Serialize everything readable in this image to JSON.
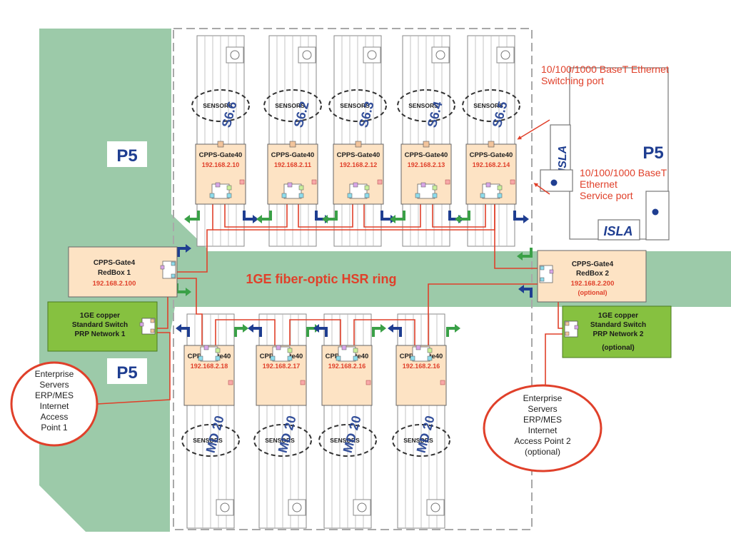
{
  "zones": {
    "p5_left_top": "P5",
    "p5_left_bottom": "P5",
    "p5_right": "P5",
    "isla_vertical": "ISLA",
    "isla_bottom": "ISLA"
  },
  "ring_label": "1GE fiber-optic HSR ring",
  "sensors_label": "SENSORS",
  "top_gates": [
    {
      "name": "CPPS-Gate40",
      "ip": "192.168.2.10",
      "machine": "S6.6"
    },
    {
      "name": "CPPS-Gate40",
      "ip": "192.168.2.11",
      "machine": "S6.2"
    },
    {
      "name": "CPPS-Gate40",
      "ip": "192.168.2.12",
      "machine": "S6.3"
    },
    {
      "name": "CPPS-Gate40",
      "ip": "192.168.2.13",
      "machine": "S6.4"
    },
    {
      "name": "CPPS-Gate40",
      "ip": "192.168.2.14",
      "machine": "S6.5"
    }
  ],
  "bottom_gates": [
    {
      "name": "CPPS-Gate40",
      "ip": "192.168.2.18",
      "machine": "MD 20"
    },
    {
      "name": "CPPS-Gate40",
      "ip": "192.168.2.17",
      "machine": "MD 20"
    },
    {
      "name": "CPPS-Gate40",
      "ip": "192.168.2.16",
      "machine": "MD 20"
    },
    {
      "name": "CPPS-Gate40",
      "ip": "192.168.2.16",
      "machine": "MD 20"
    }
  ],
  "redbox1": {
    "line1": "CPPS-Gate4",
    "line2": "RedBox 1",
    "ip": "192.168.2.100"
  },
  "redbox2": {
    "line1": "CPPS-Gate4",
    "line2": "RedBox 2",
    "ip": "192.168.2.200",
    "note": "(optional)"
  },
  "switch1": {
    "line1": "1GE copper",
    "line2": "Standard Switch",
    "line3": "PRP Network 1"
  },
  "switch2": {
    "line1": "1GE copper",
    "line2": "Standard Switch",
    "line3": "PRP Network 2",
    "note": "(optional)"
  },
  "enterprise1": [
    "Enterprise",
    "Servers",
    "ERP/MES",
    "Internet",
    "Access",
    "Point 1"
  ],
  "enterprise2": [
    "Enterprise",
    "Servers",
    "ERP/MES",
    "Internet",
    "Access Point 2",
    "(optional)"
  ],
  "callout_switching": [
    "10/100/1000 BaseT Ethernet",
    "Switching port"
  ],
  "callout_service": [
    "10/100/1000 BaseT",
    "Ethernet",
    "Service port"
  ],
  "colors": {
    "zone_green": "#9ccaa9",
    "gate_fill": "#fde3c4",
    "switch_fill": "#86c140",
    "red": "#e0402a",
    "blue": "#1f3e91",
    "arrow_green": "#3aa047"
  }
}
